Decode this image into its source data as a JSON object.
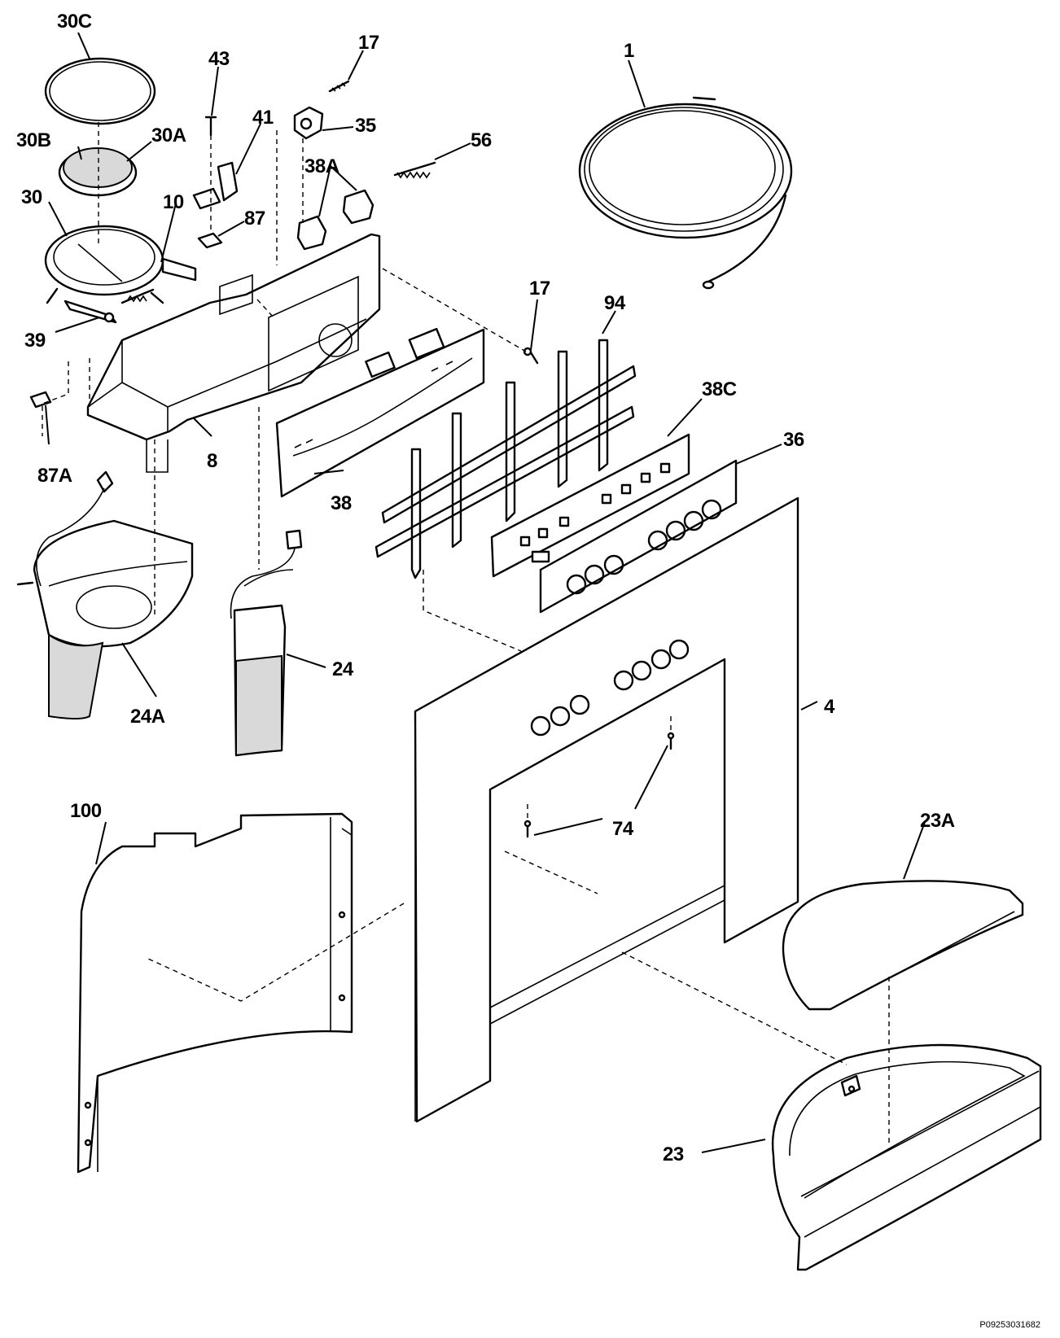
{
  "diagram": {
    "callouts": [
      {
        "id": "30C",
        "text": "30C"
      },
      {
        "id": "43",
        "text": "43"
      },
      {
        "id": "17a",
        "text": "17"
      },
      {
        "id": "41",
        "text": "41"
      },
      {
        "id": "35",
        "text": "35"
      },
      {
        "id": "56",
        "text": "56"
      },
      {
        "id": "30B",
        "text": "30B"
      },
      {
        "id": "30A",
        "text": "30A"
      },
      {
        "id": "38A",
        "text": "38A"
      },
      {
        "id": "30",
        "text": "30"
      },
      {
        "id": "10",
        "text": "10"
      },
      {
        "id": "87",
        "text": "87"
      },
      {
        "id": "1",
        "text": "1"
      },
      {
        "id": "39",
        "text": "39"
      },
      {
        "id": "17b",
        "text": "17"
      },
      {
        "id": "94",
        "text": "94"
      },
      {
        "id": "87A",
        "text": "87A"
      },
      {
        "id": "8",
        "text": "8"
      },
      {
        "id": "38C",
        "text": "38C"
      },
      {
        "id": "36",
        "text": "36"
      },
      {
        "id": "38",
        "text": "38"
      },
      {
        "id": "24",
        "text": "24"
      },
      {
        "id": "24A",
        "text": "24A"
      },
      {
        "id": "4",
        "text": "4"
      },
      {
        "id": "74",
        "text": "74"
      },
      {
        "id": "100",
        "text": "100"
      },
      {
        "id": "23A",
        "text": "23A"
      },
      {
        "id": "23",
        "text": "23"
      }
    ],
    "reference_code": "P09253031682"
  }
}
